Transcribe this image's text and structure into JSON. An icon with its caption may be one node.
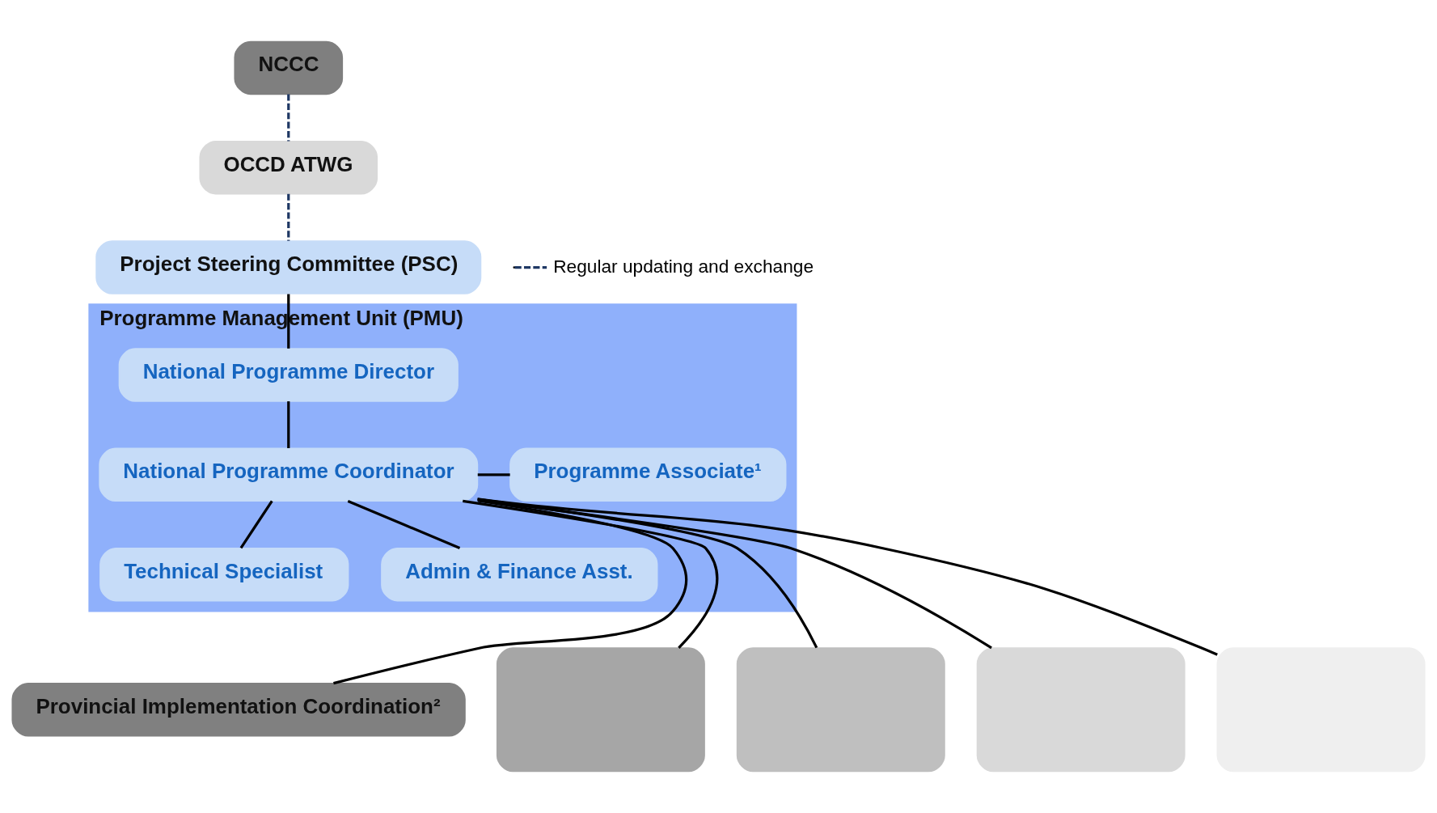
{
  "diagram": {
    "nodes": [
      {
        "text": [
          "NCCC"
        ]
      },
      {
        "text": [
          "OCCD ATWG"
        ]
      },
      {
        "text": [
          "Project Steering Committee (PSC)"
        ]
      },
      {
        "text": [
          "Programme Management Unit (PMU)"
        ]
      },
      {
        "text": [
          "National Programme Director"
        ],
        "in": 3
      },
      {
        "text": [
          "National Programme Coordinator"
        ],
        "in": 3
      },
      {
        "text": [
          "Programme Associate¹"
        ],
        "in": 3
      },
      {
        "text": [
          "Technical Specialist"
        ],
        "in": 3
      },
      {
        "text": [
          "Admin & Finance Asst."
        ],
        "in": 3
      },
      {
        "text": [
          "Provincial Implementation Coordination²"
        ]
      },
      {
        "text": [],
        "shape": "box"
      },
      {
        "text": [],
        "shape": "box"
      },
      {
        "text": [],
        "shape": "box"
      },
      {
        "text": [],
        "shape": "box"
      }
    ],
    "edges": [
      {
        "from": 0,
        "to": 1,
        "arrow": "none",
        "style": "dashed",
        "color": "#1f3864"
      },
      {
        "from": 1,
        "to": 2,
        "arrow": "none",
        "style": "dashed",
        "color": "#1f3864"
      },
      {
        "from": 2,
        "to": 4,
        "arrow": "none"
      },
      {
        "from": 4,
        "to": 5,
        "arrow": "none"
      },
      {
        "from": 5,
        "to": 6,
        "arrow": "none"
      },
      {
        "from": 5,
        "to": 7,
        "arrow": "none"
      },
      {
        "from": 5,
        "to": 8,
        "arrow": "none"
      },
      {
        "from": 5,
        "to": 9,
        "arrow": "none"
      },
      {
        "from": 5,
        "to": 10,
        "arrow": "none"
      },
      {
        "from": 5,
        "to": 11,
        "arrow": "none"
      },
      {
        "from": 5,
        "to": 12,
        "arrow": "none"
      },
      {
        "from": 5,
        "to": 13,
        "arrow": "none"
      }
    ],
    "legend": [
      {
        "text": "Regular updating and exchange"
      }
    ]
  }
}
